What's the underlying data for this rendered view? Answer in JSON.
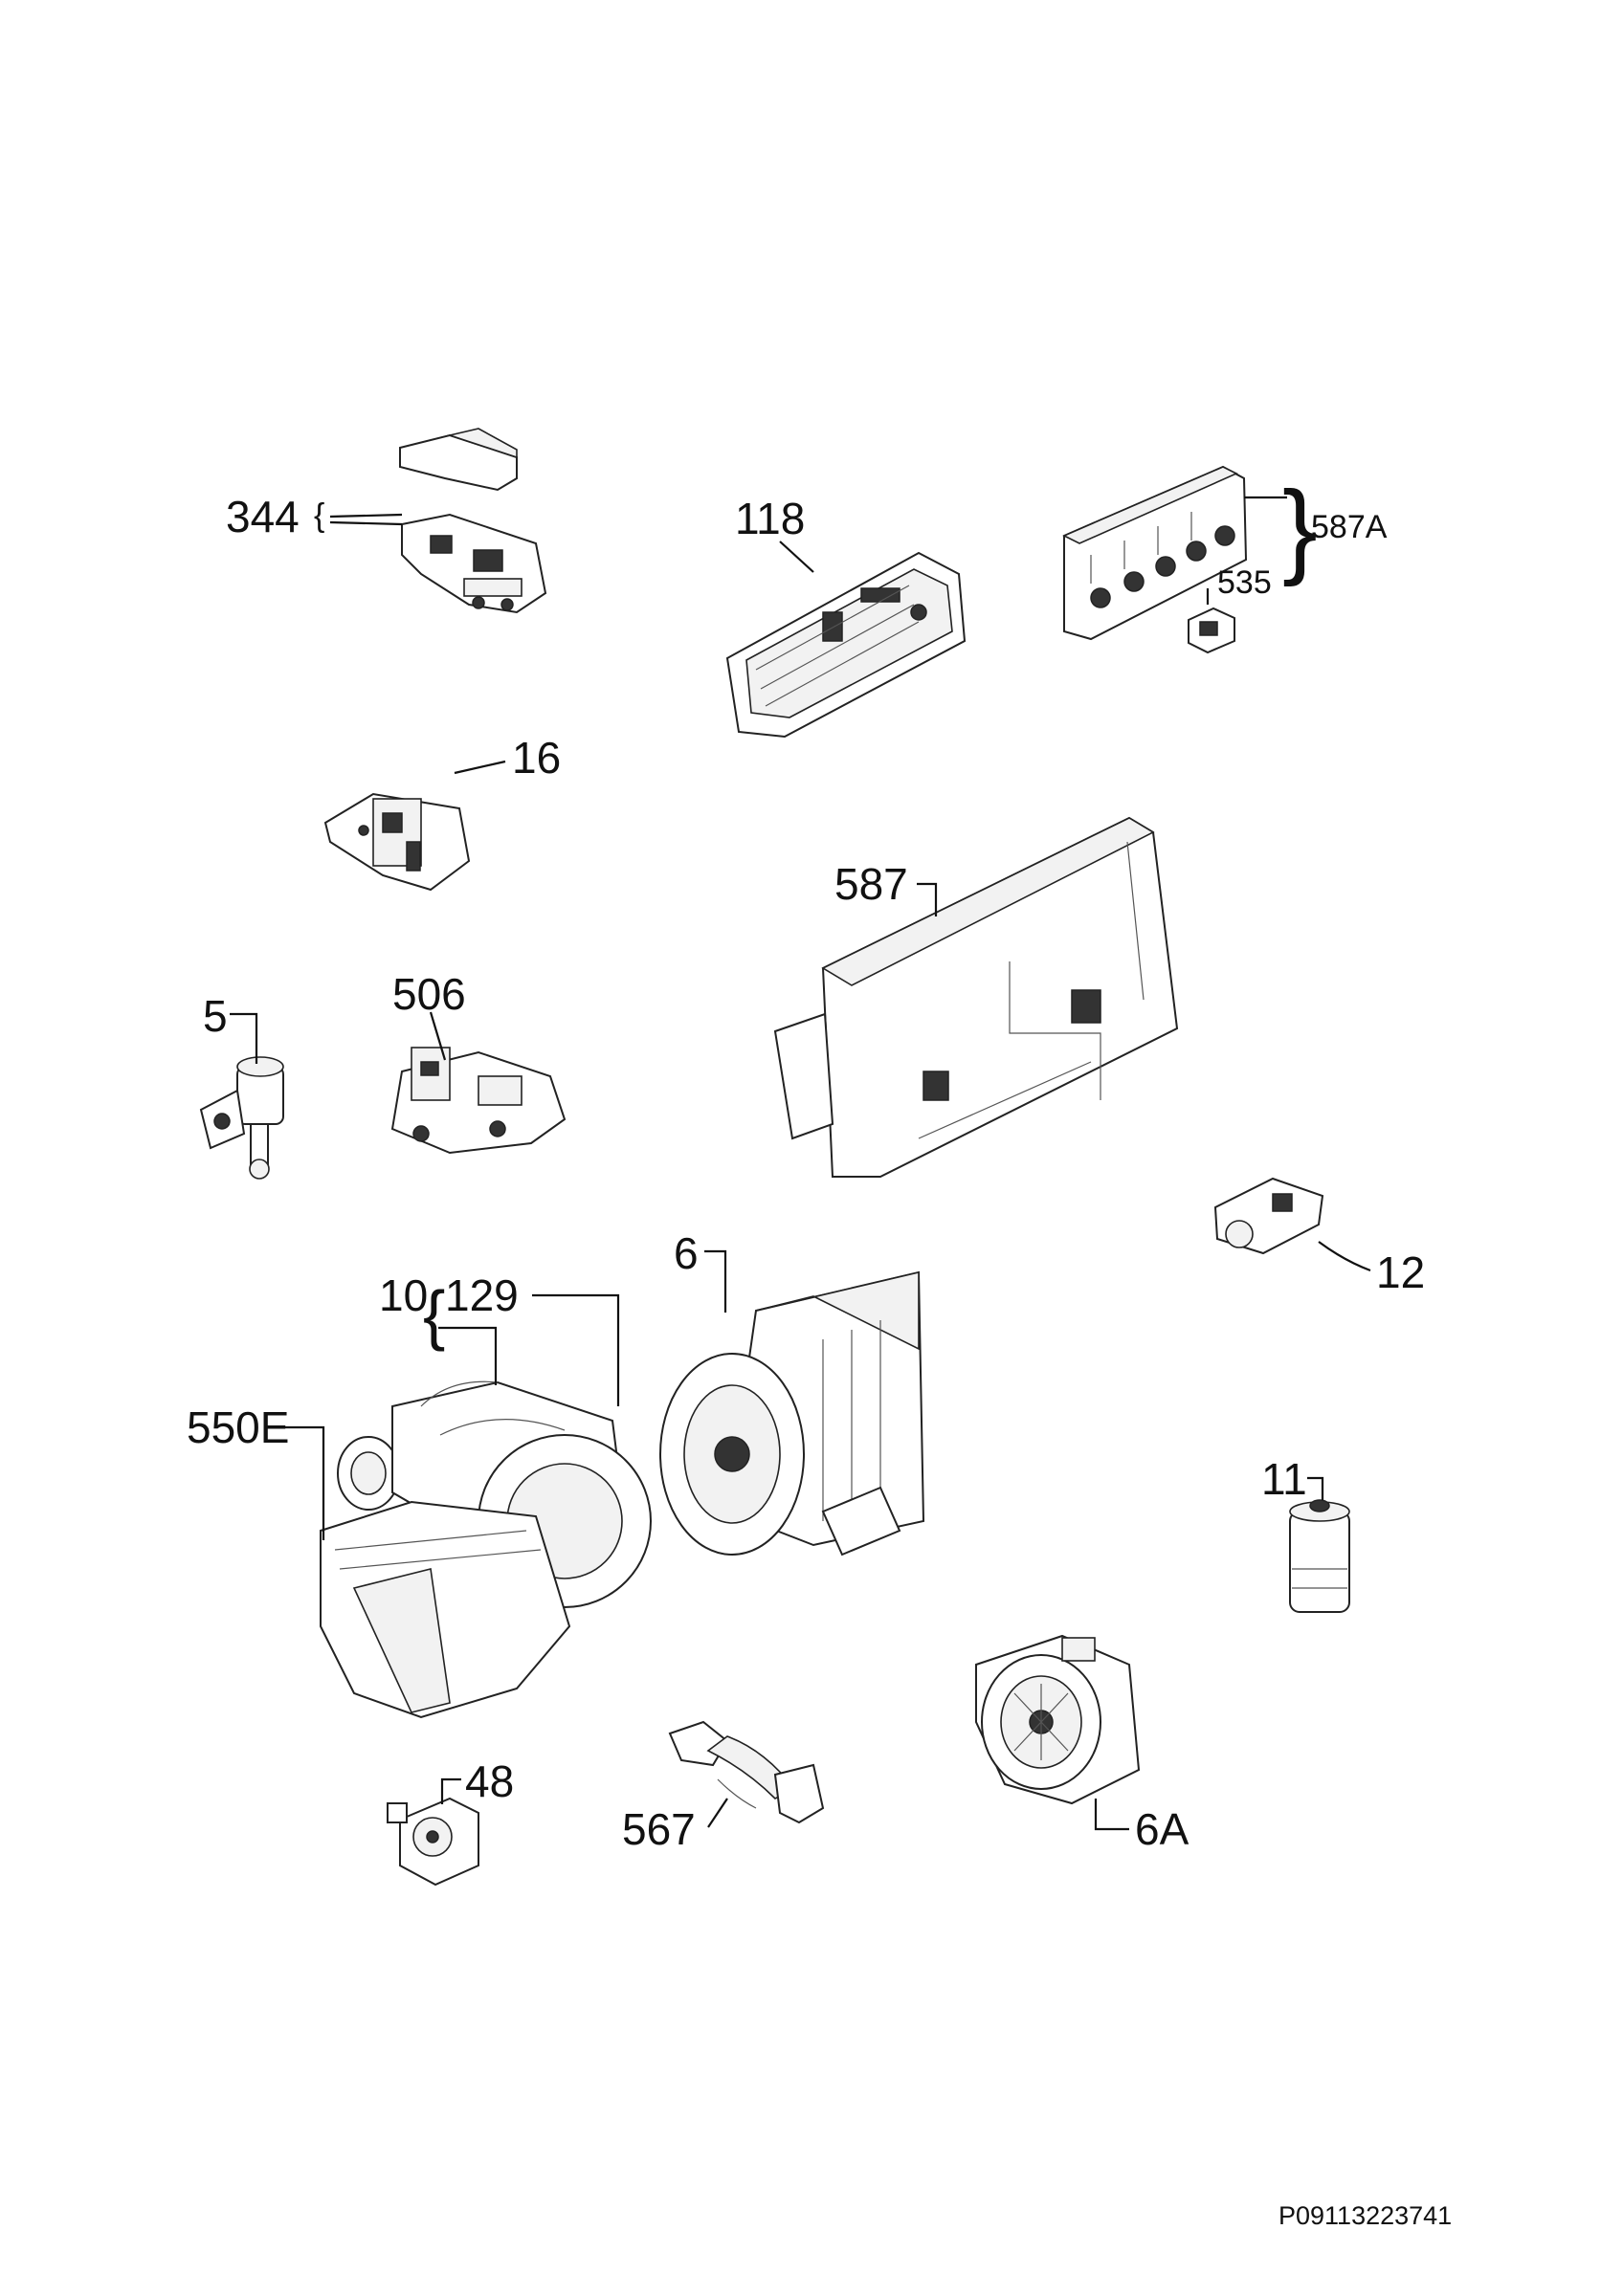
{
  "parts": {
    "p344": "344",
    "p118": "118",
    "p587A": "587A",
    "p535": "535",
    "p16": "16",
    "p587": "587",
    "p5": "5",
    "p506": "506",
    "p12": "12",
    "p6": "6",
    "p10": "10",
    "p129": "129",
    "p550E": "550E",
    "p11": "11",
    "p48": "48",
    "p567": "567",
    "p6A": "6A"
  },
  "catalog_number": "P09113223741"
}
